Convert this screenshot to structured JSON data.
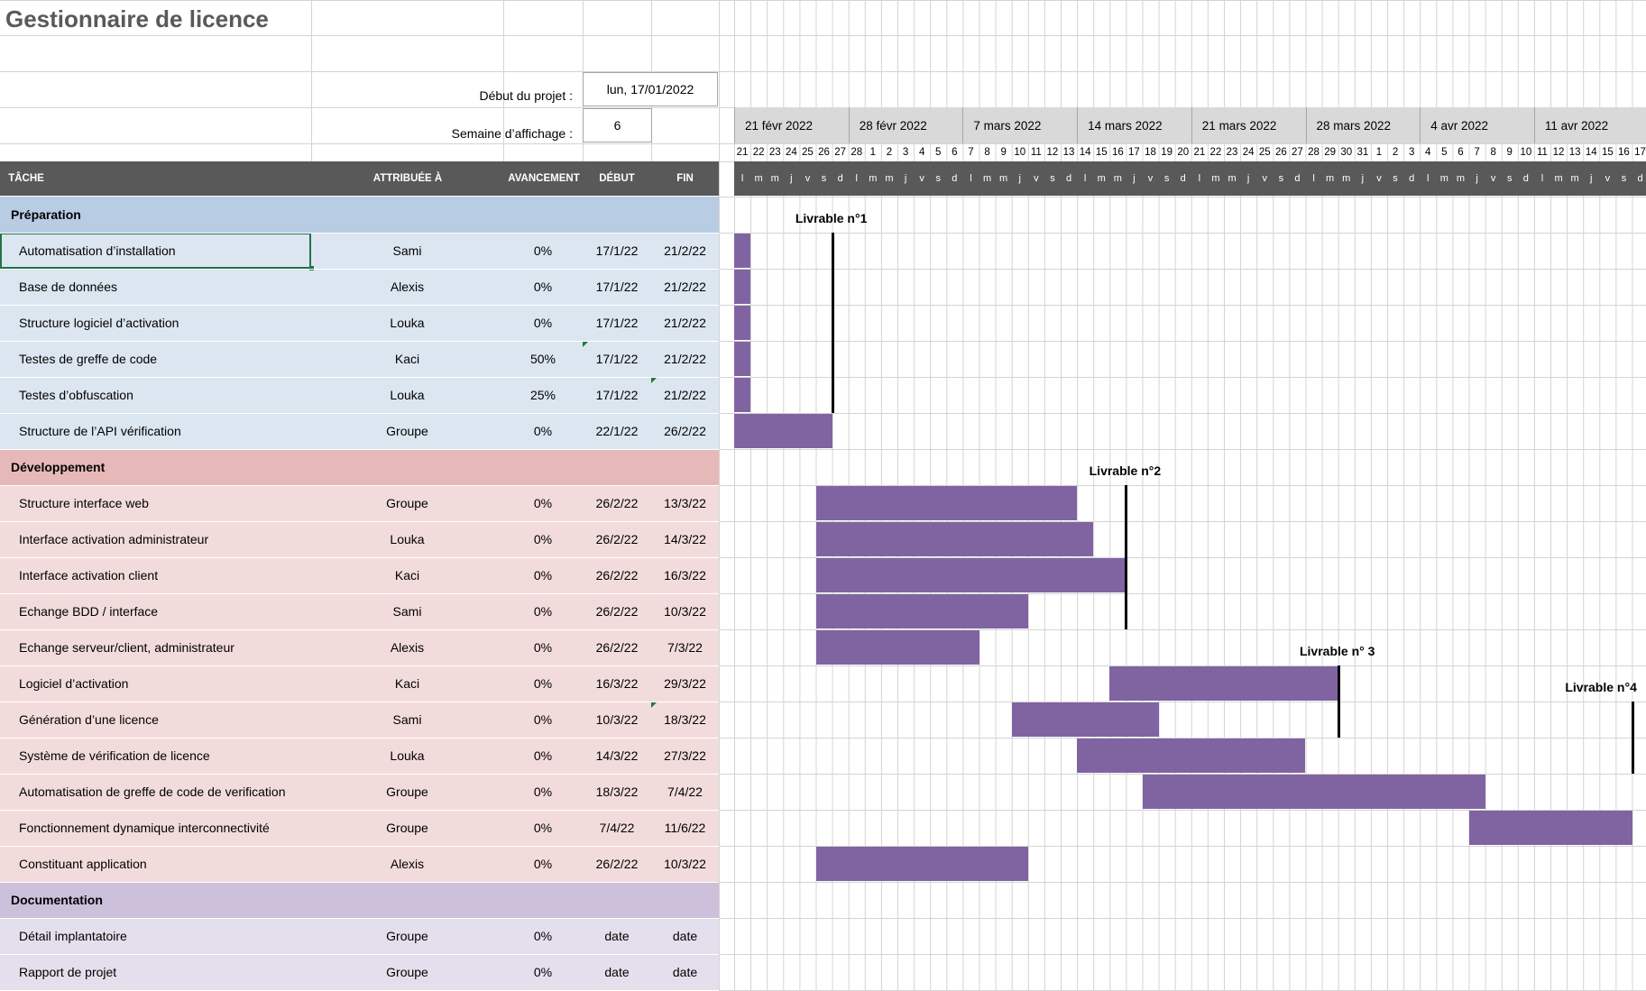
{
  "sheet": {
    "title": "Gestionnaire de licence",
    "start_label": "Début du projet :",
    "start_value": "lun, 17/01/2022",
    "week_label": "Semaine d’affichage :",
    "week_value": "6"
  },
  "columns": {
    "task": "TÂCHE",
    "assigned": "ATTRIBUÉE À",
    "progress": "AVANCEMENT",
    "start": "DÉBUT",
    "end": "FIN"
  },
  "timeline": {
    "weeks": [
      "21 févr 2022",
      "28 févr 2022",
      "7 mars 2022",
      "14 mars 2022",
      "21 mars 2022",
      "28 mars 2022",
      "4 avr 2022",
      "11 avr 2022"
    ],
    "day_numbers": [
      "21",
      "22",
      "23",
      "24",
      "25",
      "26",
      "27",
      "28",
      "1",
      "2",
      "3",
      "4",
      "5",
      "6",
      "7",
      "8",
      "9",
      "10",
      "11",
      "12",
      "13",
      "14",
      "15",
      "16",
      "17",
      "18",
      "19",
      "20",
      "21",
      "22",
      "23",
      "24",
      "25",
      "26",
      "27",
      "28",
      "29",
      "30",
      "31",
      "1",
      "2",
      "3",
      "4",
      "5",
      "6",
      "7",
      "8",
      "9",
      "10",
      "11",
      "12",
      "13",
      "14",
      "15",
      "16",
      "17"
    ],
    "day_letters": [
      "l",
      "m",
      "m",
      "j",
      "v",
      "s",
      "d"
    ]
  },
  "colors": {
    "header_bg": "#595959",
    "bar": "#8064a2",
    "prep_header": "#b8cce4",
    "prep_row": "#dce6f1",
    "dev_header": "#e6b8b7",
    "dev_row": "#f2dcdb",
    "doc_header": "#ccc0da",
    "doc_row": "#e4dfec",
    "week_header": "#d9d9d9"
  },
  "sections": [
    {
      "name": "Préparation",
      "tasks": [
        {
          "name": "Automatisation d’installation",
          "assigned": "Sami",
          "progress": "0%",
          "start": "17/1/22",
          "end": "21/2/22",
          "bar": [
            0,
            1
          ]
        },
        {
          "name": "Base de données",
          "assigned": "Alexis",
          "progress": "0%",
          "start": "17/1/22",
          "end": "21/2/22",
          "bar": [
            0,
            1
          ]
        },
        {
          "name": "Structure logiciel d’activation",
          "assigned": "Louka",
          "progress": "0%",
          "start": "17/1/22",
          "end": "21/2/22",
          "bar": [
            0,
            1
          ]
        },
        {
          "name": "Testes de greffe de code",
          "assigned": "Kaci",
          "progress": "50%",
          "start": "17/1/22",
          "end": "21/2/22",
          "bar": [
            0,
            1
          ]
        },
        {
          "name": "Testes d’obfuscation",
          "assigned": "Louka",
          "progress": "25%",
          "start": "17/1/22",
          "end": "21/2/22",
          "bar": [
            0,
            1
          ]
        },
        {
          "name": "Structure de l’API vérification",
          "assigned": "Groupe",
          "progress": "0%",
          "start": "22/1/22",
          "end": "26/2/22",
          "bar": [
            0,
            6
          ]
        }
      ]
    },
    {
      "name": "Développement",
      "tasks": [
        {
          "name": "Structure interface web",
          "assigned": "Groupe",
          "progress": "0%",
          "start": "26/2/22",
          "end": "13/3/22",
          "bar": [
            5,
            21
          ]
        },
        {
          "name": "Interface activation administrateur",
          "assigned": "Louka",
          "progress": "0%",
          "start": "26/2/22",
          "end": "14/3/22",
          "bar": [
            5,
            22
          ]
        },
        {
          "name": "Interface activation client",
          "assigned": "Kaci",
          "progress": "0%",
          "start": "26/2/22",
          "end": "16/3/22",
          "bar": [
            5,
            24
          ]
        },
        {
          "name": "Echange BDD / interface",
          "assigned": "Sami",
          "progress": "0%",
          "start": "26/2/22",
          "end": "10/3/22",
          "bar": [
            5,
            18
          ]
        },
        {
          "name": "Echange serveur/client, administrateur",
          "assigned": "Alexis",
          "progress": "0%",
          "start": "26/2/22",
          "end": "7/3/22",
          "bar": [
            5,
            15
          ]
        },
        {
          "name": "Logiciel d’activation",
          "assigned": "Kaci",
          "progress": "0%",
          "start": "16/3/22",
          "end": "29/3/22",
          "bar": [
            23,
            37
          ]
        },
        {
          "name": "Génération d’une licence",
          "assigned": "Sami",
          "progress": "0%",
          "start": "10/3/22",
          "end": "18/3/22",
          "bar": [
            17,
            26
          ]
        },
        {
          "name": "Système de vérification de licence",
          "assigned": "Louka",
          "progress": "0%",
          "start": "14/3/22",
          "end": "27/3/22",
          "bar": [
            21,
            35
          ]
        },
        {
          "name": "Automatisation de greffe de code de verification",
          "assigned": "Groupe",
          "progress": "0%",
          "start": "18/3/22",
          "end": "7/4/22",
          "bar": [
            25,
            46
          ]
        },
        {
          "name": "Fonctionnement dynamique interconnectivité",
          "assigned": "Groupe",
          "progress": "0%",
          "start": "7/4/22",
          "end": "11/6/22",
          "bar": [
            45,
            55
          ]
        },
        {
          "name": "Constituant application",
          "assigned": "Alexis",
          "progress": "0%",
          "start": "26/2/22",
          "end": "10/3/22",
          "bar": [
            5,
            18
          ]
        }
      ]
    },
    {
      "name": "Documentation",
      "tasks": [
        {
          "name": "Détail implantatoire",
          "assigned": "Groupe",
          "progress": "0%",
          "start": "date",
          "end": "date",
          "bar": null
        },
        {
          "name": "Rapport de projet",
          "assigned": "Groupe",
          "progress": "0%",
          "start": "date",
          "end": "date",
          "bar": null
        }
      ]
    }
  ],
  "milestones": [
    {
      "label": "Livrable n°1",
      "day": 6,
      "from_row": 1,
      "to_row": 6
    },
    {
      "label": "Livrable n°2",
      "day": 24,
      "from_row": 8,
      "to_row": 12
    },
    {
      "label": "Livrable n° 3",
      "day": 37,
      "from_row": 13,
      "to_row": 15
    },
    {
      "label": "Livrable n°4",
      "day": 55,
      "from_row": 14,
      "to_row": 16
    }
  ]
}
